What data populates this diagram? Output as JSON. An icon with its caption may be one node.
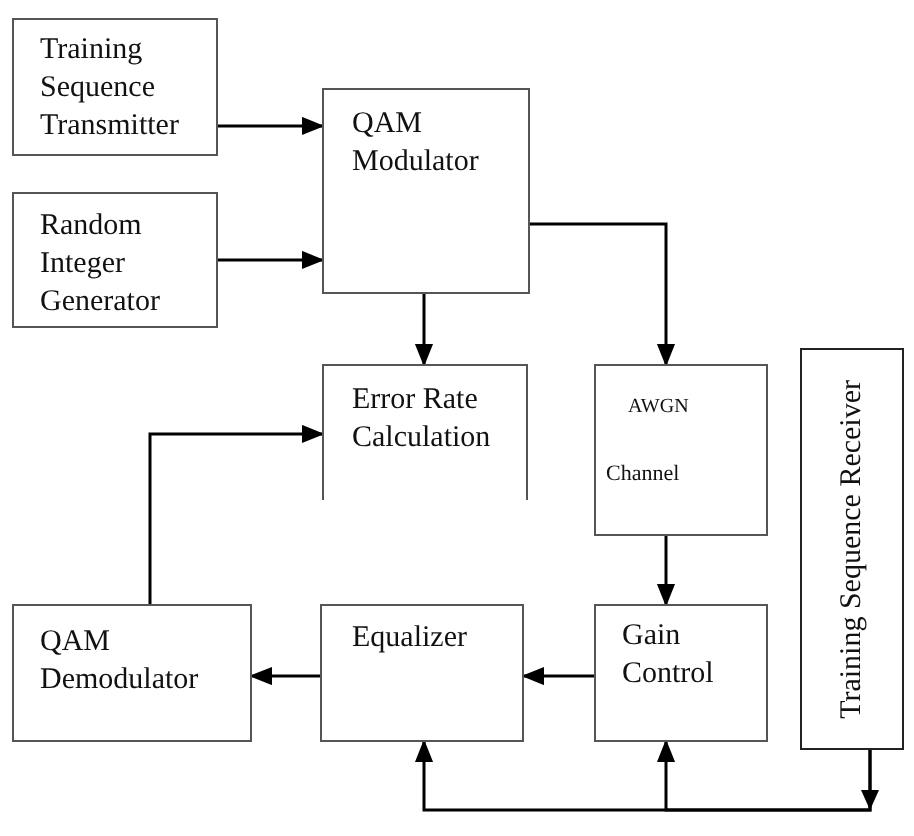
{
  "diagram": {
    "nodes": [
      {
        "text": [
          "Training Sequence Transmitter"
        ]
      },
      {
        "text": [
          "Random Integer Generator"
        ]
      },
      {
        "text": [
          "QAM Modulator"
        ]
      },
      {
        "text": [
          "Error Rate Calculation"
        ]
      },
      {
        "text": [
          "AWGN",
          "Channel"
        ]
      },
      {
        "text": [
          "Training Sequence Receiver"
        ]
      },
      {
        "text": [
          "QAM Demodulator"
        ]
      },
      {
        "text": [
          "Equalizer"
        ]
      },
      {
        "text": [
          "Gain Control"
        ]
      }
    ],
    "edges": [
      {
        "from": 0,
        "to": 2,
        "arrow": "to"
      },
      {
        "from": 1,
        "to": 2,
        "arrow": "to"
      },
      {
        "from": 2,
        "to": 3,
        "arrow": "to"
      },
      {
        "from": 2,
        "to": 4,
        "arrow": "to"
      },
      {
        "from": 4,
        "to": 8,
        "arrow": "to"
      },
      {
        "from": 8,
        "to": 7,
        "arrow": "to"
      },
      {
        "from": 7,
        "to": 6,
        "arrow": "to"
      },
      {
        "from": 6,
        "to": 3,
        "arrow": "to"
      },
      {
        "from": 5,
        "to": 7,
        "arrow": "to"
      },
      {
        "from": 5,
        "to": 8,
        "arrow": "to"
      }
    ]
  }
}
